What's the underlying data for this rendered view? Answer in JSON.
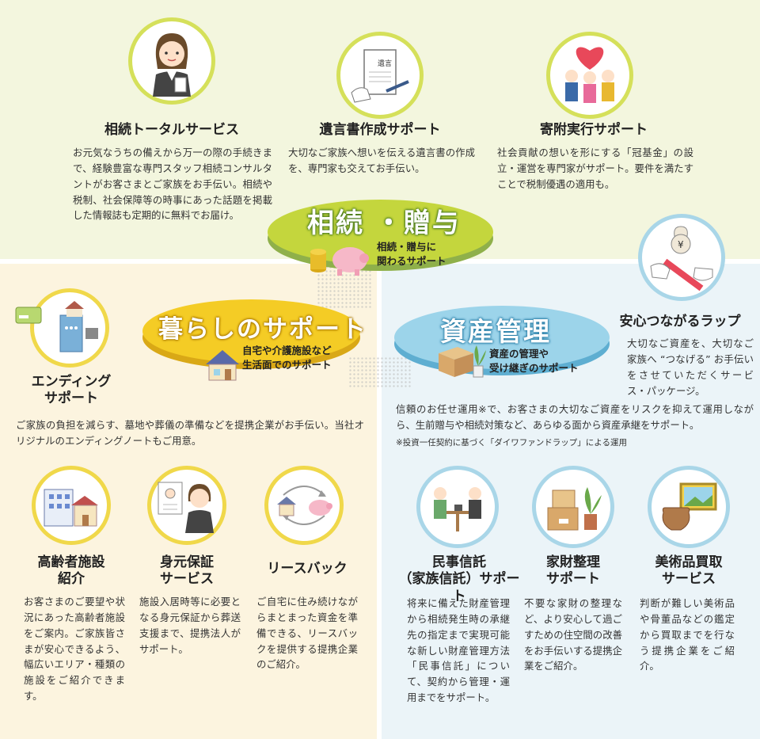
{
  "top": {
    "services": [
      {
        "title": "相続トータルサービス",
        "body": "お元気なうちの備えから万一の際の手続きまで、経験豊富な専門スタッフ相続コンサルタントがお客さまとご家族をお手伝い。相続や税制、社会保障等の時事にあった話題を掲載した情報誌も定期的に無料でお届け。",
        "icon": "consultant-woman-icon"
      },
      {
        "title": "遺言書作成サポート",
        "body": "大切なご家族へ想いを伝える遺言書の作成を、専門家も交えてお手伝い。",
        "icon": "will-document-pen-icon"
      },
      {
        "title": "寄附実行サポート",
        "body": "社会貢献の想いを形にする「冠基金」の設立・運営を専門家がサポート。要件を満たすことで税制優遇の適用も。",
        "icon": "heart-people-icon"
      }
    ]
  },
  "hubs": {
    "souzoku": {
      "title": "相続 ・贈与",
      "sub": "相続・贈与に\n関わるサポート",
      "icon": "piggy-bank-coins-icon"
    },
    "kurashi": {
      "title": "暮らしのサポート",
      "sub": "自宅や介護施設など\n生活面でのサポート",
      "icon": "house-icon"
    },
    "shisan": {
      "title": "資産管理",
      "sub": "資産の管理や\n受け継ぎのサポート",
      "icon": "box-plant-icon"
    }
  },
  "left": {
    "ending": {
      "title": "エンディング\nサポート",
      "body": "ご家族の負担を減らす、墓地や葬儀の準備などを提携企業がお手伝い。当社オリジナルのエンディングノートもご用意。",
      "icon": "ending-note-house-icon"
    },
    "services": [
      {
        "title": "高齢者施設\n紹介",
        "body": "お客さまのご要望や状況にあった高齢者施設をご案内。ご家族皆さまが安心できるよう、幅広いエリア・種類の施設をご紹介できます。",
        "icon": "facility-building-icon"
      },
      {
        "title": "身元保証\nサービス",
        "body": "施設入居時等に必要となる身元保証から葬送支援まで、提携法人がサポート。",
        "icon": "guarantor-woman-icon"
      },
      {
        "title": "リースバック",
        "body": "ご自宅に住み続けながらまとまった資金を準備できる、リースバックを提供する提携企業のご紹介。",
        "icon": "leaseback-cycle-icon"
      }
    ]
  },
  "right": {
    "wrap": {
      "title": "安心つながるラップ",
      "body": "大切なご資産を、大切なご家族へ “つなげる” お手伝いをさせていただくサービス・パッケージ。",
      "icon": "handover-money-icon"
    },
    "trust_text": "信頼のお任せ運用※で、お客さまの大切なご資産をリスクを抑えて運用しながら、生前贈与や相続対策など、あらゆる面から資産承継をサポート。",
    "trust_note": "※投資一任契約に基づく「ダイワファンドラップ」による運用",
    "services": [
      {
        "title": "民事信託\n（家族信託）サポート",
        "body": "将来に備えた財産管理から相続発生時の承継先の指定まで実現可能な新しい財産管理方法「民事信託」について、契約から管理・運用までをサポート。",
        "icon": "meeting-people-icon"
      },
      {
        "title": "家財整理\nサポート",
        "body": "不要な家財の整理など、より安心して過ごすための住空間の改善をお手伝いする提携企業をご紹介。",
        "icon": "boxes-plant-icon"
      },
      {
        "title": "美術品買取\nサービス",
        "body": "判断が難しい美術品や骨董品などの鑑定から買取までを行なう提携企業をご紹介。",
        "icon": "art-vase-icon"
      }
    ]
  },
  "colors": {
    "top_bg": "#f3f6de",
    "left_bg": "#fcf4df",
    "right_bg": "#ebf4f8",
    "green": "#c4d63d",
    "yellow": "#f4cc25",
    "blue": "#9cd4ea"
  }
}
